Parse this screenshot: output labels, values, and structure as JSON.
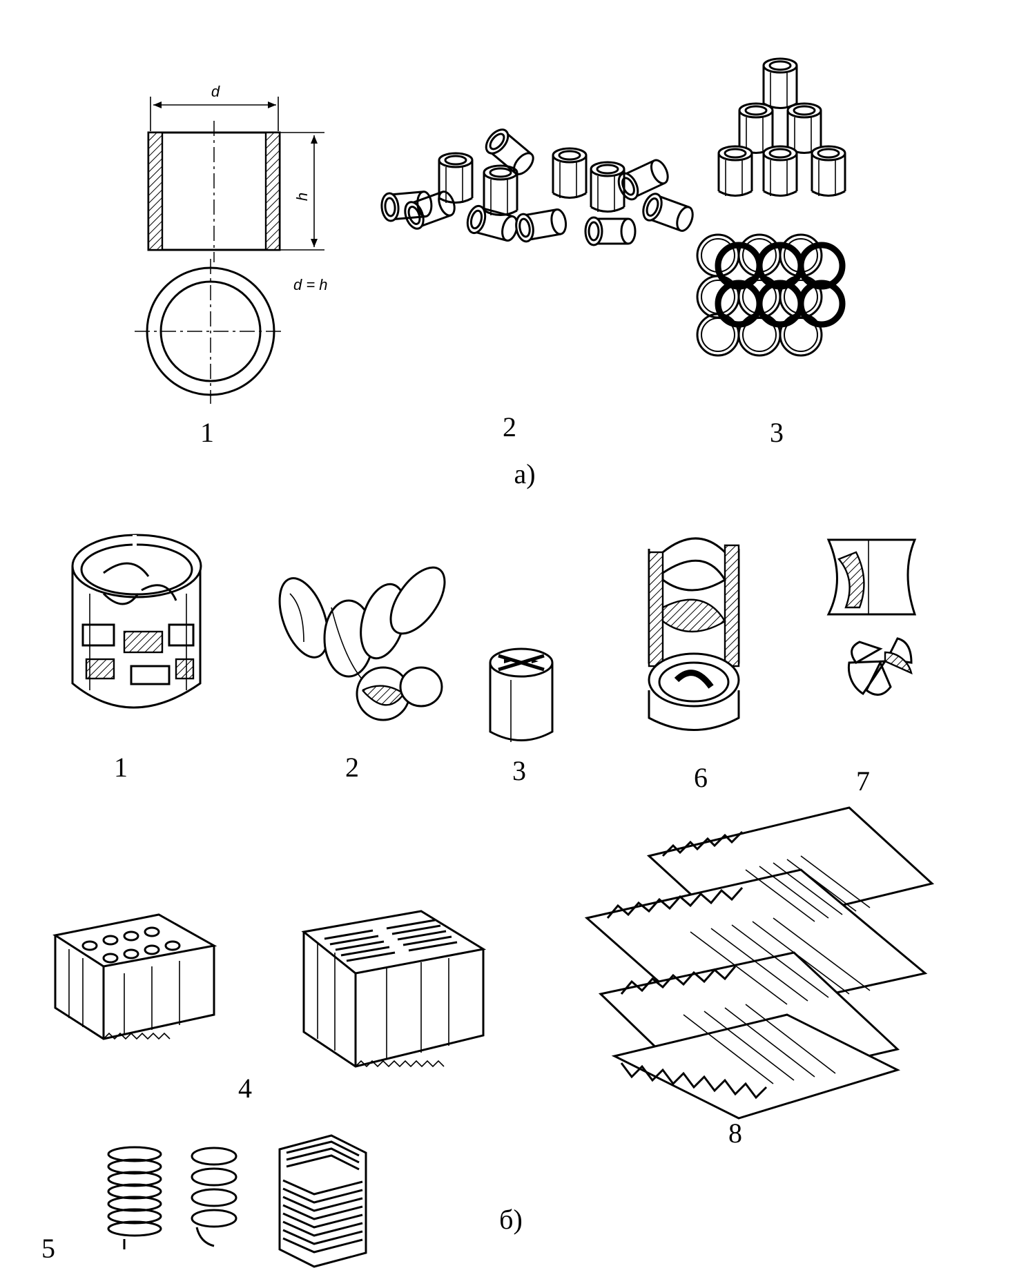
{
  "group_a": {
    "label": "а)",
    "items": [
      {
        "number": "1",
        "dim_d": "d",
        "dim_h": "h",
        "dim_eq": "d = h"
      },
      {
        "number": "2"
      },
      {
        "number": "3"
      }
    ]
  },
  "group_b": {
    "label": "б)",
    "items": [
      {
        "number": "1"
      },
      {
        "number": "2"
      },
      {
        "number": "3"
      },
      {
        "number": "6"
      },
      {
        "number": "7"
      },
      {
        "number": "4"
      },
      {
        "number": "8"
      },
      {
        "number": "5"
      }
    ]
  }
}
